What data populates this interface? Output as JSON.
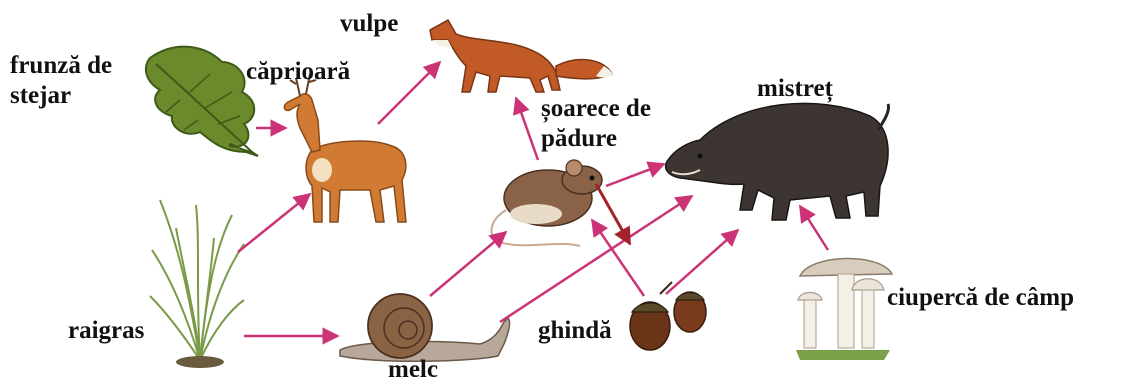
{
  "organisms": {
    "oak_leaf": {
      "label_line1": "frunză de",
      "label_line2": "stejar"
    },
    "roe_deer": {
      "label": "căprioară"
    },
    "fox": {
      "label": "vulpe"
    },
    "wood_mouse": {
      "label_line1": "șoarece de",
      "label_line2": "pădure"
    },
    "wild_boar": {
      "label": "mistreț"
    },
    "ryegrass": {
      "label": "raigras"
    },
    "snail": {
      "label": "melc"
    },
    "acorn": {
      "label": "ghindă"
    },
    "field_mushroom": {
      "label": "ciupercă de câmp"
    }
  },
  "arrow_colors": {
    "feeding": "#cc3377",
    "highlight": "#a3232a"
  },
  "food_links": [
    {
      "from": "oak_leaf",
      "to": "roe_deer"
    },
    {
      "from": "roe_deer",
      "to": "fox"
    },
    {
      "from": "ryegrass",
      "to": "roe_deer"
    },
    {
      "from": "ryegrass",
      "to": "snail"
    },
    {
      "from": "snail",
      "to": "wood_mouse"
    },
    {
      "from": "snail",
      "to": "wild_boar"
    },
    {
      "from": "wood_mouse",
      "to": "fox"
    },
    {
      "from": "wood_mouse",
      "to": "wild_boar"
    },
    {
      "from": "acorn",
      "to": "wood_mouse"
    },
    {
      "from": "acorn",
      "to": "wild_boar"
    },
    {
      "from": "field_mushroom",
      "to": "wild_boar"
    },
    {
      "from": "wood_mouse",
      "to": "acorn",
      "highlight": true
    }
  ]
}
